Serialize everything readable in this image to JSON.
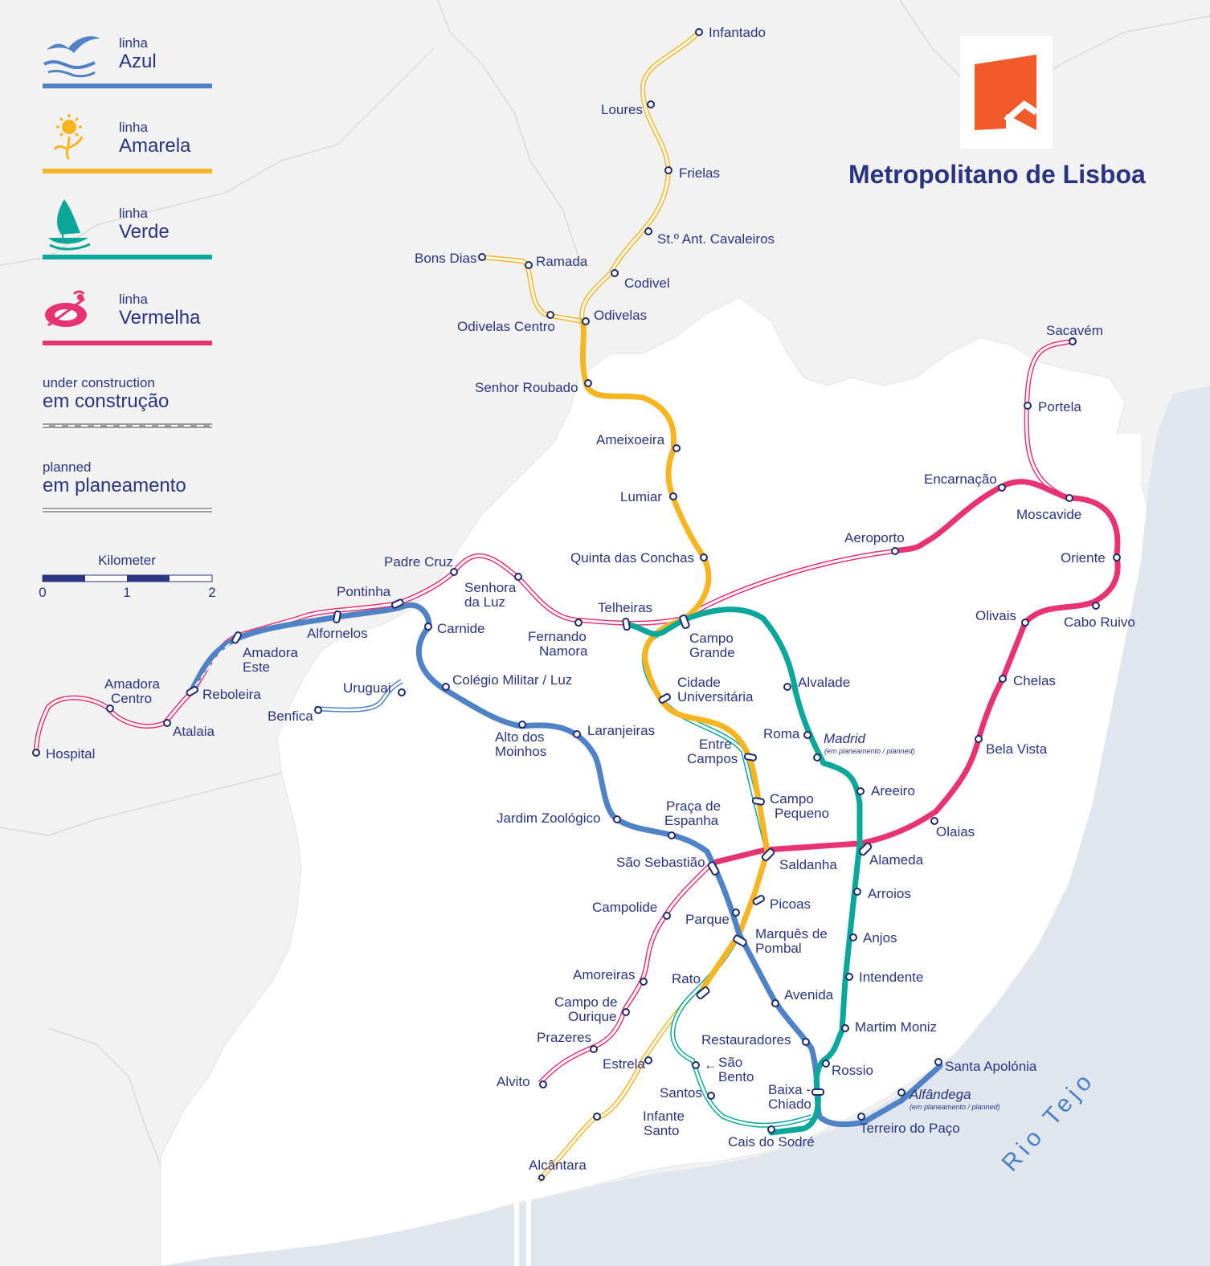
{
  "title": "Metropolitano de Lisboa",
  "river": "Rio Tejo",
  "colors": {
    "azul": "#5082c6",
    "amarela": "#f7b521",
    "verde": "#0ba89a",
    "vermelha": "#e83373",
    "text": "#2a3480",
    "logo": "#f05a28"
  },
  "legend": {
    "azul": {
      "small": "linha",
      "big": "Azul",
      "icon": "seagull-icon"
    },
    "amarela": {
      "small": "linha",
      "big": "Amarela",
      "icon": "sunflower-icon"
    },
    "verde": {
      "small": "linha",
      "big": "Verde",
      "icon": "caravel-icon"
    },
    "vermelha": {
      "small": "linha",
      "big": "Vermelha",
      "icon": "compass-icon"
    },
    "construction": {
      "small": "under construction",
      "big": "em construção"
    },
    "planned": {
      "small": "planned",
      "big": "em planeamento"
    },
    "scale": {
      "title": "Kilometer",
      "ticks": [
        "0",
        "1",
        "2"
      ]
    }
  },
  "stations": {
    "infantado": "Infantado",
    "loures": "Loures",
    "frielas": "Frielas",
    "st_ant": "St.º Ant. Cavaleiros",
    "codivel": "Codivel",
    "bons_dias": "Bons Dias",
    "ramada": "Ramada",
    "odivelas": "Odivelas",
    "odivelas_centro": "Odivelas Centro",
    "senhor_roubado": "Senhor Roubado",
    "ameixoeira": "Ameixoeira",
    "lumiar": "Lumiar",
    "quinta_conchas": "Quinta das Conchas",
    "sacavem": "Sacavém",
    "portela": "Portela",
    "encarnacao": "Encarnação",
    "moscavide": "Moscavide",
    "aeroporto": "Aeroporto",
    "oriente": "Oriente",
    "cabo_ruivo": "Cabo Ruivo",
    "olivais": "Olivais",
    "chelas": "Chelas",
    "bela_vista": "Bela Vista",
    "olaias": "Olaias",
    "padre_cruz": "Padre Cruz",
    "senhora_luz_1": "Senhora",
    "senhora_luz_2": "da Luz",
    "pontinha": "Pontinha",
    "alfornelos": "Alfornelos",
    "amadora_este_1": "Amadora",
    "amadora_este_2": "Este",
    "carnide": "Carnide",
    "telheiras": "Telheiras",
    "fernando_namora_1": "Fernando",
    "fernando_namora_2": "Namora",
    "campo_grande_1": "Campo",
    "campo_grande_2": "Grande",
    "amadora_centro_1": "Amadora",
    "amadora_centro_2": "Centro",
    "reboleira": "Reboleira",
    "hospital": "Hospital",
    "atalaia": "Atalaia",
    "uruguai": "Uruguai",
    "benfica": "Benfica",
    "colegio_militar": "Colégio Militar / Luz",
    "cidade_univ_1": "Cidade",
    "cidade_univ_2": "Universitária",
    "alvalade": "Alvalade",
    "alto_moinhos_1": "Alto dos",
    "alto_moinhos_2": "Moinhos",
    "laranjeiras": "Laranjeiras",
    "roma": "Roma",
    "madrid": "Madrid",
    "madrid_note": "(em planeamento / planned)",
    "entre_campos_1": "Entre",
    "entre_campos_2": "Campos",
    "areeiro": "Areeiro",
    "campo_pequeno_1": "Campo",
    "campo_pequeno_2": "Pequeno",
    "jardim_zoologico": "Jardim Zoológico",
    "praca_espanha_1": "Praça de",
    "praca_espanha_2": "Espanha",
    "sao_sebastiao": "São Sebastião",
    "saldanha": "Saldanha",
    "alameda": "Alameda",
    "arroios": "Arroios",
    "campolide": "Campolide",
    "parque": "Parque",
    "picoas": "Picoas",
    "marques_1": "Marquês de",
    "marques_2": "Pombal",
    "anjos": "Anjos",
    "amoreiras": "Amoreiras",
    "rato": "Rato",
    "intendente": "Intendente",
    "campo_ourique_1": "Campo de",
    "campo_ourique_2": "Ourique",
    "avenida": "Avenida",
    "martim_moniz": "Martim Moniz",
    "prazeres": "Prazeres",
    "restauradores": "Restauradores",
    "estrela": "Estrela",
    "sao_bento_1": "São",
    "sao_bento_2": "Bento",
    "rossio": "Rossio",
    "santa_apolonia": "Santa Apolónia",
    "alvito": "Alvito",
    "santos": "Santos",
    "baixa_1": "Baixa -",
    "baixa_2": "Chiado",
    "alfandega": "Alfândega",
    "alfandega_note": "(em planeamento / planned)",
    "infante_santo_1": "Infante",
    "infante_santo_2": "Santo",
    "cais_sodre": "Cais do Sodré",
    "terreiro_paco": "Terreiro do Paço",
    "alcantara": "Alcântara"
  }
}
